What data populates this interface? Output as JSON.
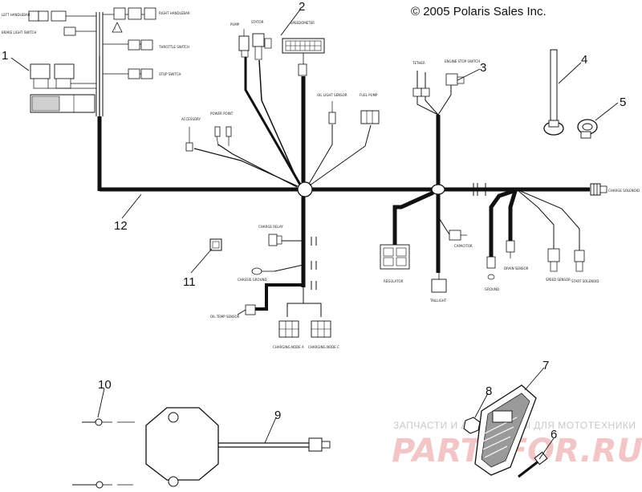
{
  "copyright": "© 2005 Polaris Sales Inc.",
  "callouts": [
    "1",
    "2",
    "3",
    "4",
    "5",
    "6",
    "7",
    "8",
    "9",
    "10",
    "11",
    "12"
  ],
  "labels": {
    "left_handlebar": "LEFT HANDLEBAR",
    "brake_light_switch": "BRAKE LIGHT SWITCH",
    "right_handlebar": "RIGHT HANDLEBAR",
    "throttle_switch": "THROTTLE SWITCH",
    "stop_switch": "STOP SWITCH",
    "pump": "PUMP",
    "stator": "STATOR",
    "speedometer": "SPEEDOMETER",
    "accessory": "ACCESSORY",
    "power_point": "POWER POINT",
    "oil_light_sensor": "OIL LIGHT SENSOR",
    "fuel_pump": "FUEL PUMP",
    "tether": "TETHER",
    "engine_stop_switch": "ENGINE STOP SWITCH",
    "charge_relay": "CHARGE RELAY",
    "regulator": "REGULATOR",
    "capacitor": "CAPACITOR",
    "taillight": "TAILLIGHT",
    "ground": "GROUND",
    "drain_sensor": "DRAIN SENSOR",
    "speed_sensor": "SPEED SENSOR",
    "start_solenoid": "START SOLENOID",
    "charge_solenoid": "CHARGE SOLENOID",
    "charging_node_a": "CHARGING NODE A",
    "charging_node_c": "CHARGING NODE C",
    "oil_temp_sensor": "OIL TEMP SENSOR",
    "chassis_ground": "CHASSIS GROUND",
    "caution": "!"
  },
  "watermark": {
    "line1": "ЗАПЧАСТИ И АКСЕССУАРЫ ДЛЯ МОТОТЕХНИКИ",
    "line2": "PARTSFOR.RU"
  },
  "colors": {
    "ink": "#111111",
    "harness": "#111111",
    "watermark_red": "#e8a8a8",
    "watermark_gray": "#c0c0c0"
  }
}
